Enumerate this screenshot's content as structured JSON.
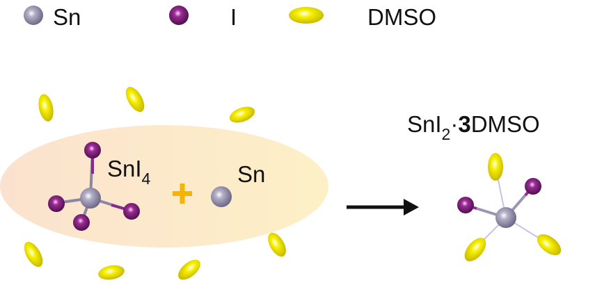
{
  "legend": [
    {
      "label": "Sn",
      "icon": "sn-atom-icon"
    },
    {
      "label": "I",
      "icon": "iodine-atom-icon"
    },
    {
      "label": "DMSO",
      "icon": "dmso-ellipsoid-icon"
    }
  ],
  "reactants": {
    "sni4_label": "SnI",
    "sni4_subscript": "4",
    "plus": "+",
    "sn_label": "Sn"
  },
  "product": {
    "label_prefix": "SnI",
    "label_subscript": "2",
    "label_dot": "·",
    "label_coefficient": "3",
    "label_suffix": "DMSO"
  },
  "colors": {
    "sn": "#9a96b0",
    "iodine": "#7a1f78",
    "dmso": "#f2ea00",
    "plus": "#f5b400",
    "solution_left": "#fbe2cf",
    "solution_right": "#fdf0c6"
  }
}
